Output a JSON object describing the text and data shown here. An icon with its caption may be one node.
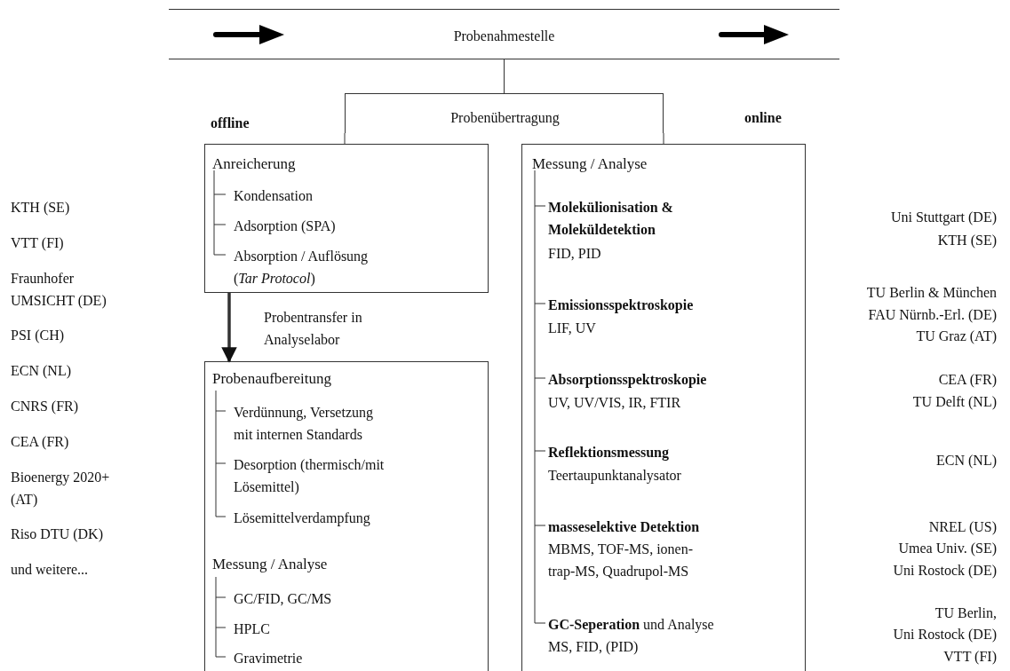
{
  "diagram": {
    "nodes": [
      {
        "text": [
          "Probenahmestelle"
        ]
      },
      {
        "text": [
          "Probenübertragung"
        ]
      },
      {
        "text": [
          "Anreicherung",
          "Kondensation",
          "Adsorption (SPA)",
          "Absorption / Auflösung (*Tar Protocol*)"
        ]
      },
      {
        "text": [
          "Probenaufbereitung",
          "Verdünnung, Versetzung mit internen Standards",
          "Desorption (thermisch/mit Lösemittel)",
          "Lösemittelverdampfung",
          "Messung / Analyse",
          "GC/FID, GC/MS",
          "HPLC",
          "Gravimetrie"
        ]
      },
      {
        "text": [
          "Messung / Analyse",
          "Molekülionisation & Moleküldetektion",
          "FID, PID",
          "Emissionsspektroskopie",
          "LIF, UV",
          "Absorptionsspektroskopie",
          "UV, UV/VIS, IR, FTIR",
          "Reflektionsmessung",
          "Teertaupunktanalysator",
          "masseselektive Detektion",
          "MBMS, TOF-MS, ionen-trap-MS, Quadrupol-MS",
          "**GC-Seperation** und Analyse",
          "MS, FID, (PID)"
        ]
      }
    ],
    "edges": [
      {
        "from": 0,
        "to": 1,
        "arrow": "none"
      },
      {
        "from": 1,
        "to": 2,
        "arrow": "none"
      },
      {
        "from": 1,
        "to": 4,
        "arrow": "none"
      },
      {
        "from": 2,
        "to": 3,
        "arrow": "to",
        "label": "Probentransfer in Analyselabor",
        "style": "thick"
      }
    ],
    "labels": [
      "offline",
      "online",
      "KTH (SE)",
      "VTT (FI)",
      "Fraunhofer UMSICHT (DE)",
      "PSI (CH)",
      "ECN (NL)",
      "CNRS (FR)",
      "CEA (FR)",
      "Bioenergy 2020+ (AT)",
      "Riso DTU (DK)",
      "und weitere...",
      "Uni Stuttgart (DE)",
      "KTH (SE)",
      "TU Berlin & München",
      "FAU Nürnb.-Erl. (DE)",
      "TU Graz (AT)",
      "CEA (FR)",
      "TU Delft (NL)",
      "ECN (NL)",
      "NREL (US)",
      "Umea Univ. (SE)",
      "Uni Rostock (DE)",
      "TU Berlin,",
      "Uni Rostock (DE)",
      "VTT (FI)"
    ]
  }
}
